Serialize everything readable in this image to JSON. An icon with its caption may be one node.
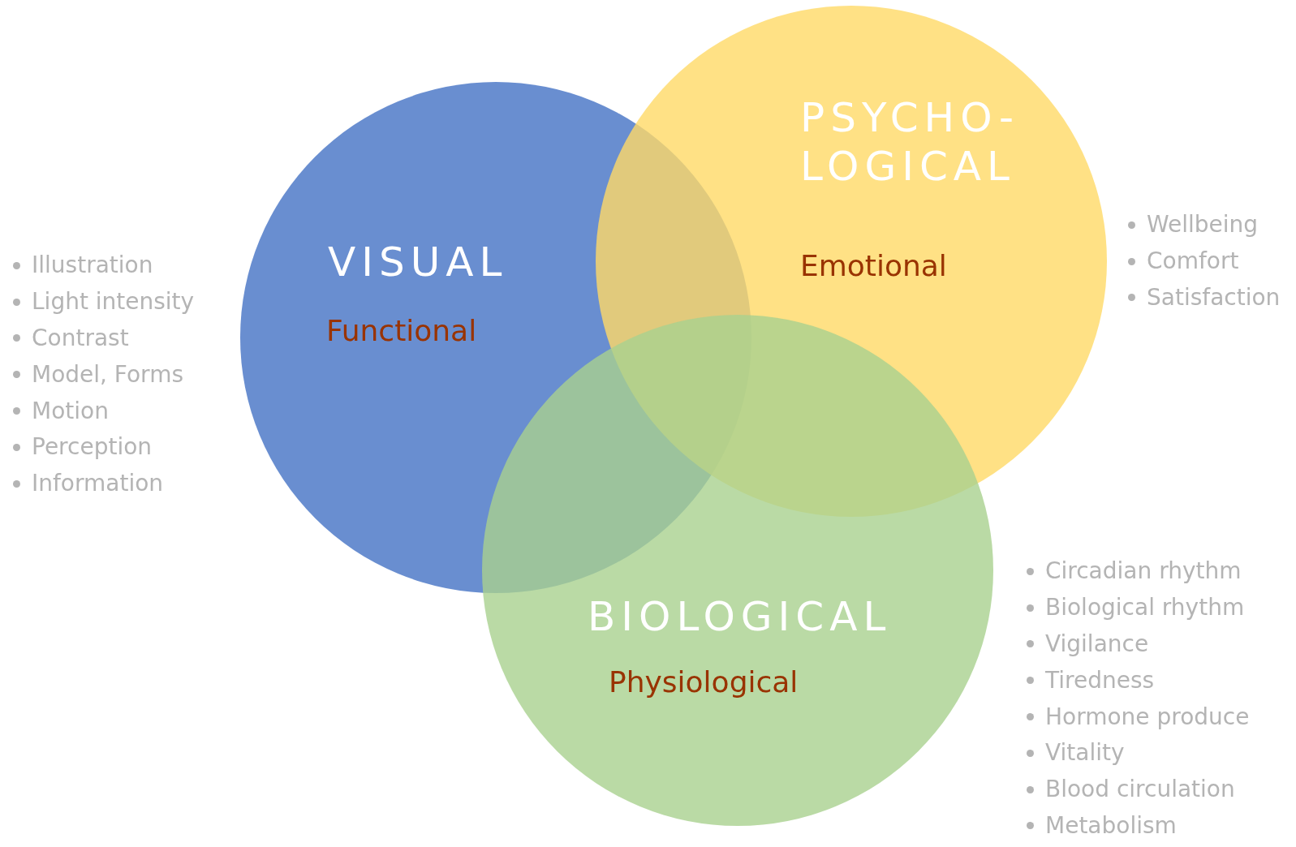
{
  "diagram": {
    "nodes": [
      {
        "text": [
          "VISUAL",
          "Functional"
        ],
        "beside": [
          "Illustration",
          "Light intensity",
          "Contrast",
          "Model, Forms",
          "Motion",
          "Perception",
          "Information"
        ]
      },
      {
        "text": [
          "PSYCHO- LOGICAL",
          "Emotional"
        ],
        "beside": [
          "Wellbeing",
          "Comfort",
          "Satisfaction"
        ]
      },
      {
        "text": [
          "BIOLOGICAL",
          "Physiological"
        ],
        "beside": [
          "Circadian rhythm",
          "Biological rhythm",
          "Vigilance",
          "Tiredness",
          "Hormone produce",
          "Vitality",
          "Blood circulation",
          "Metabolism"
        ]
      }
    ]
  }
}
